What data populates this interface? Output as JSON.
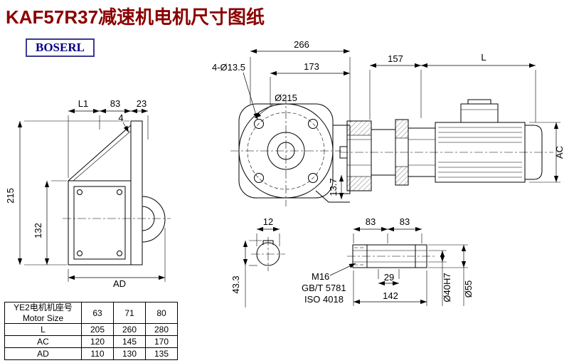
{
  "page": {
    "title": "KAF57R37减速机电机尺寸图纸",
    "brand": "BOSERL"
  },
  "dims": {
    "front": {
      "total_width": "266",
      "flange_to_face": "173",
      "bolt_holes": "4-Ø13.5",
      "flange_dia": "Ø215",
      "key_depth": "13.7"
    },
    "side": {
      "adapter_len": "157",
      "motor_len": "L",
      "motor_dia": "AC"
    },
    "left": {
      "l1": "L1",
      "d83": "83",
      "d23": "23",
      "d4": "4",
      "height": "215",
      "foot": "132",
      "depth": "AD"
    },
    "section": {
      "key_width": "12",
      "key_height": "43.3"
    },
    "shaft": {
      "len_a": "83",
      "len_b": "83",
      "thread": "M16",
      "std1": "GB/T 5781",
      "std2": "ISO 4018",
      "d29": "29",
      "d142": "142",
      "bore": "Ø40H7",
      "outer": "Ø55"
    }
  },
  "table": {
    "header_cn": "YE2电机机座号",
    "header_en": "Motor Size",
    "columns": [
      "63",
      "71",
      "80"
    ],
    "rows": [
      {
        "label": "L",
        "values": [
          "205",
          "260",
          "280"
        ]
      },
      {
        "label": "AC",
        "values": [
          "120",
          "145",
          "170"
        ]
      },
      {
        "label": "AD",
        "values": [
          "110",
          "130",
          "135"
        ]
      }
    ]
  }
}
